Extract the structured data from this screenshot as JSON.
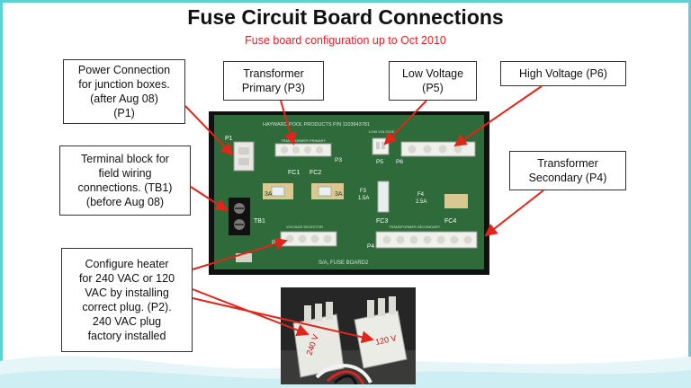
{
  "header": {
    "title": "Fuse Circuit Board Connections",
    "subtitle": "Fuse board configuration up to Oct 2010"
  },
  "callouts": {
    "p1": "Power Connection\nfor junction boxes.\n(after Aug 08)\n(P1)",
    "tb1": "Terminal block for\nfield wiring\nconnections. (TB1)\n(before Aug 08)",
    "p2": "Configure heater\nfor 240 VAC or 120\nVAC by installing\ncorrect plug. (P2).\n240 VAC plug\nfactory installed",
    "p3": "Transformer\nPrimary (P3)",
    "p5": "Low Voltage\n(P5)",
    "p6": "High Voltage (P6)",
    "p4": "Transformer\nSecondary (P4)"
  },
  "board": {
    "maker": "HAYWARD POOL PRODUCTS  P/N 1103943781",
    "name": "S/A, FUSE BOARD2",
    "labels": {
      "p1": "P1",
      "p3": "P3",
      "p5": "P5",
      "p6": "P6",
      "p4": "P4",
      "p2": "P2",
      "tb1": "TB1",
      "fc1": "FC1",
      "fc2": "FC2",
      "fc3": "FC3",
      "fc4": "FC4",
      "fuse_3a_left": "3A",
      "fuse_3a_right": "3A",
      "f3": "F3",
      "f3_rating": "1.5A",
      "f4": "F4",
      "f4_rating": "2.5A",
      "voltage_selector": "VOLTAGE SELECTOR",
      "transformer_secondary": "TRANSFORMER SECONDARY",
      "transformer_primary": "TRANSFORMER PRIMARY",
      "low_voltage": "LOW VOLTAGE"
    }
  },
  "photo": {
    "plug_left": "240 V",
    "plug_right": "120 V"
  },
  "colors": {
    "pcb": "#2f6b3a",
    "callout_arrow": "#e0251b",
    "subtitle": "#e02020",
    "frame": "#5fd0d6"
  }
}
